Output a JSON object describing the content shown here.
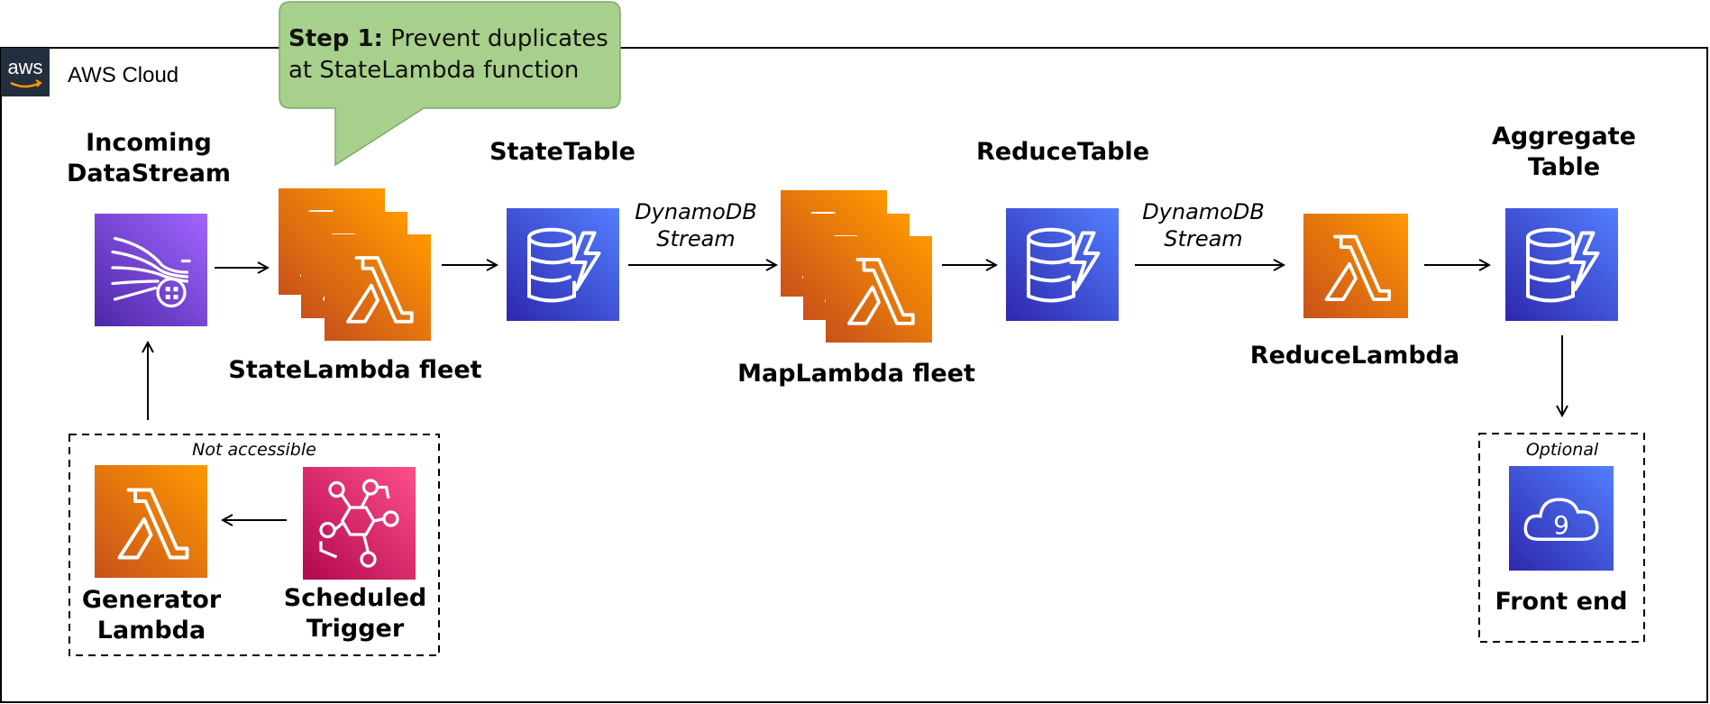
{
  "cloud": {
    "title": "AWS Cloud",
    "logo_text": "aws"
  },
  "callout": {
    "step": "Step 1:",
    "text": " Prevent duplicates\nat StateLambda function"
  },
  "nodes": {
    "incoming_datastream": "Incoming\nDataStream",
    "statelambda_fleet": "StateLambda fleet",
    "statetable": "StateTable",
    "maplambda_fleet": "MapLambda fleet",
    "reducetable": "ReduceTable",
    "reducelambda": "ReduceLambda",
    "aggregate_table": "Aggregate\nTable",
    "generator_lambda": "Generator\nLambda",
    "scheduled_trigger": "Scheduled\nTrigger",
    "front_end": "Front end"
  },
  "edges": {
    "stream_label_1": "DynamoDB\nStream",
    "stream_label_2": "DynamoDB\nStream"
  },
  "groups": {
    "not_accessible": "Not accessible",
    "optional": "Optional",
    "cloud9_digit": "9"
  },
  "colors": {
    "lambda_orange": "#ED7100",
    "dynamodb_blue": "#3F48CC",
    "kinesis_purple": "#8C4FFF",
    "eventbridge_pink": "#E7157B",
    "callout_green": "#A8D08D",
    "aws_dark": "#232F3E"
  },
  "icons": [
    "lambda-icon",
    "dynamodb-icon",
    "kinesis-icon",
    "eventbridge-icon",
    "cloud9-icon",
    "aws-logo-icon"
  ]
}
